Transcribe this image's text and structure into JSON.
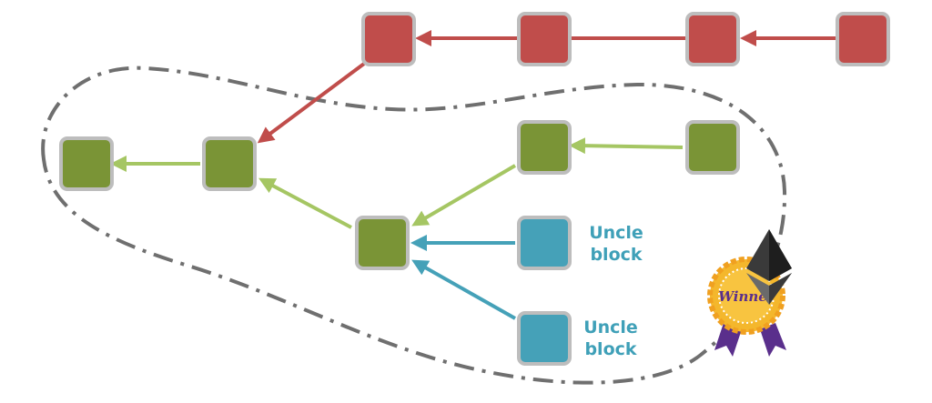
{
  "colors": {
    "main_chain": "#c04d4b",
    "canonical_chain": "#7a9436",
    "uncle": "#45a1b8",
    "green_arrow": "#a5c663",
    "outline": "#6f6f6f"
  },
  "labels": {
    "uncle_1": "Uncle block",
    "uncle_2": "Uncle block"
  },
  "badge": {
    "text": "Winner",
    "icons": [
      "ethereum-logo-icon",
      "award-ribbon-icon"
    ]
  }
}
